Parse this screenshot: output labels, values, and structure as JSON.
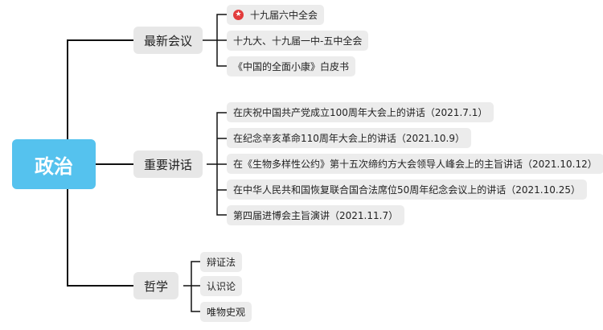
{
  "root": {
    "label": "政治"
  },
  "branches": [
    {
      "label": "最新会议",
      "items": [
        {
          "label": "十九届六中全会",
          "icon": "star-badge-icon"
        },
        {
          "label": "十九大、十九届一中-五中全会"
        },
        {
          "label": "《中国的全面小康》白皮书"
        }
      ]
    },
    {
      "label": "重要讲话",
      "items": [
        {
          "label": "在庆祝中国共产党成立100周年大会上的讲话（2021.7.1）"
        },
        {
          "label": "在纪念辛亥革命110周年大会上的讲话（2021.10.9）"
        },
        {
          "label": "在《生物多样性公约》第十五次缔约方大会领导人峰会上的主旨讲话（2021.10.12）"
        },
        {
          "label": "在中华人民共和国恢复联合国合法席位50周年纪念会议上的讲话（2021.10.25）"
        },
        {
          "label": "第四届进博会主旨演讲（2021.11.7）"
        }
      ]
    },
    {
      "label": "哲学",
      "items": [
        {
          "label": "辩证法"
        },
        {
          "label": "认识论"
        },
        {
          "label": "唯物史观"
        }
      ]
    }
  ],
  "colors": {
    "root_bg": "#55c2ee",
    "node_bg": "#e7e7e7",
    "line": "#111111",
    "star": "#e23b3b"
  }
}
